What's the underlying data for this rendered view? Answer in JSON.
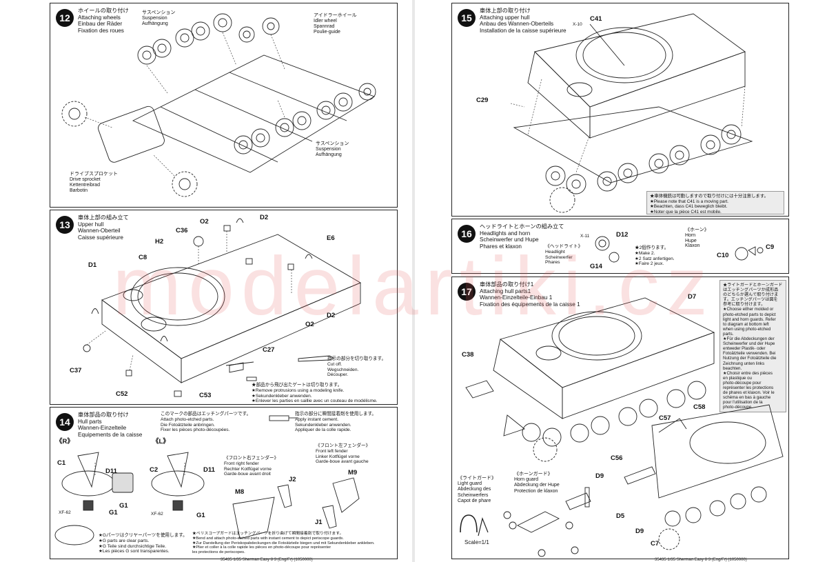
{
  "watermark": "modelartiki.cz",
  "steps": {
    "s12": {
      "num": "12",
      "title": [
        "ホイールの取り付け",
        "Attaching wheels",
        "Einbau der Räder",
        "Fixation des roues"
      ],
      "susp_top": [
        "サスペンション",
        "Suspension",
        "Aufhängung"
      ],
      "idler": [
        "アイドラーホイール",
        "Idler wheel",
        "Spannrad",
        "Poulie-guide"
      ],
      "susp_bottom": [
        "サスペンション",
        "Suspension",
        "Aufhängung"
      ],
      "sprocket": [
        "ドライブスプロケット",
        "Drive sprocket",
        "Kettentreibrad",
        "Barbotin"
      ]
    },
    "s13": {
      "num": "13",
      "title": [
        "車体上部の組み立て",
        "Upper hull",
        "Wannen-Oberteil",
        "Caisse supérieure"
      ],
      "parts": [
        "C36",
        "O2",
        "D2",
        "H2",
        "E6",
        "C8",
        "D1",
        "O2",
        "D2",
        "C37",
        "C27",
        "C52",
        "C53"
      ],
      "cut_note": [
        "指示の部分を切り取ります。",
        "Cut off.",
        "Wegschneiden.",
        "Découper."
      ],
      "gate_note": [
        "★部品から飛び出たゲートは切り取ります。",
        "★Remove protrusions using a modeling knife.",
        "★Sekundenkleber anwenden.",
        "★Enlever les parties en saillie avec un couteau de modélisme."
      ]
    },
    "s14": {
      "num": "14",
      "title": [
        "車体部品の取り付け",
        "Hull parts",
        "Wannen-Einzelteile",
        "Equipements de la caisse"
      ],
      "pe_note": [
        "このマークの部品はエッチングパーツです。",
        "Attach photo-etched parts.",
        "Die Fotoätzteile anbringen.",
        "Fixer les pièces photo-découpées."
      ],
      "glue_note": [
        "指示の部分に瞬間接着剤を使用します。",
        "Apply instant cement.",
        "Sekundenkleber anwenden.",
        "Appliquer de la colle rapide."
      ],
      "right": "《R》",
      "left": "《L》",
      "parts_r": [
        "C1",
        "D11",
        "G1",
        "G1",
        "XF-62"
      ],
      "parts_l": [
        "C2",
        "D11",
        "G1",
        "XF-62"
      ],
      "front_right": [
        "《フロント右フェンダー》",
        "Front right fender",
        "Rechter Kotflügel vorne",
        "Garde-boue avant droit"
      ],
      "front_left": [
        "《フロント左フェンダー》",
        "Front left fender",
        "Linker Kotflügel vorne",
        "Garde-boue avant gauche"
      ],
      "fender_parts": [
        "M8",
        "J2",
        "M9",
        "J1"
      ],
      "g_note": [
        "★Gパーツはクリヤーパーツを使用します。",
        "★G parts are clear parts.",
        "★G Teile sind durchsichtige Teile.",
        "★Les pièces G sont transparentes."
      ],
      "peri_note": [
        "★ペリスコープガードはエッチングパーツを折り曲げて瞬間接着剤で取り付けます。",
        "★Bend and attach photo-etched parts with instant cement to depict periscope guards.",
        "★Zur Darstellung der Periskopabdeckungen die Fotoätzteile biegen und mit Sekundenkleber ankleben.",
        "★Plier et coller à la colle rapide les pièces en photo-découpe pour représenter",
        "les protections de periscopes."
      ]
    },
    "s15": {
      "num": "15",
      "title": [
        "車体上部の取り付け",
        "Attaching upper hull",
        "Anbau des Wannen-Oberteils",
        "Installation de la caisse supérieure"
      ],
      "parts": [
        "C41",
        "X-10",
        "C29"
      ],
      "note": [
        "★車体機銃は可動しますので取り付けには十分注意します。",
        "★Please note that C41 is a moving part.",
        "★Beachten, dass C41 beweglich bleibt.",
        "★Noter que la pièce C41 est mobile."
      ]
    },
    "s16": {
      "num": "16",
      "title": [
        "ヘッドライトとホーンの組み立て",
        "Headlights and horn",
        "Scheinwerfer und Hupe",
        "Phares et klaxon"
      ],
      "parts": [
        "X-11",
        "D12",
        "G14",
        "C10",
        "C9"
      ],
      "headlight": [
        "《ヘッドライト》",
        "Headlight",
        "Scheinwerfer",
        "Phares"
      ],
      "make2": [
        "★2個作ります。",
        "★Make 2.",
        "★2 Satz anfertigen.",
        "★Faire 2 jeux."
      ],
      "horn": [
        "《ホーン》",
        "Horn",
        "Hupe",
        "Klaxon"
      ]
    },
    "s17": {
      "num": "17",
      "title": [
        "車体部品の取り付け1",
        "Attaching hull parts1",
        "Wannen-Einzelteile-Einbau 1",
        "Fixation des équipements de la caisse 1"
      ],
      "parts": [
        "D7",
        "C38",
        "C58",
        "C57",
        "C56",
        "D9",
        "D5",
        "D9",
        "C7"
      ],
      "side_note": [
        "★ライトガードとホーンガード",
        "はエッチングパーツか成形品",
        "のどちらか選んで取り付けま",
        "す。エッチングパーツは図を",
        "参考に取り付けます。",
        "★Choose either molded or",
        "photo-etched parts to depict",
        "light and horn guards. Refer",
        "to diagram at bottom left",
        "when using photo-etched",
        "parts.",
        "★Für die Abdeckungen der",
        "Scheinwerfer und der Hupe",
        "entweder Plastik- oder",
        "Fotoätzteile verwenden. Bei",
        "Nutzung der Fotoätzteile die",
        "Zeichnung unten links",
        "beachten.",
        "★Choisir entre des pièces",
        "en plastique ou",
        "photo-découpe pour",
        "représenter les protections",
        "de phares et klaxon. Voir le",
        "schéma en bas à gauche",
        "pour l'utilisation de la",
        "photo-découpe."
      ],
      "light_guard": [
        "《ライトガード》",
        "Light guard",
        "Abdeckung des",
        "Scheinwerfers",
        "Capot de phare"
      ],
      "horn_guard": [
        "《ホーンガード》",
        "Horn guard",
        "Abdeckung der Hupe",
        "Protection de klaxon"
      ],
      "scale": "Scale=1/1"
    }
  },
  "footer_left": "35435 1/35 Sherman Easy 8 3 (Eng/Fr) (1050000)",
  "footer_right": "35435 1/35 Sherman Easy 8 3 (Eng/Fr) (1050000)"
}
